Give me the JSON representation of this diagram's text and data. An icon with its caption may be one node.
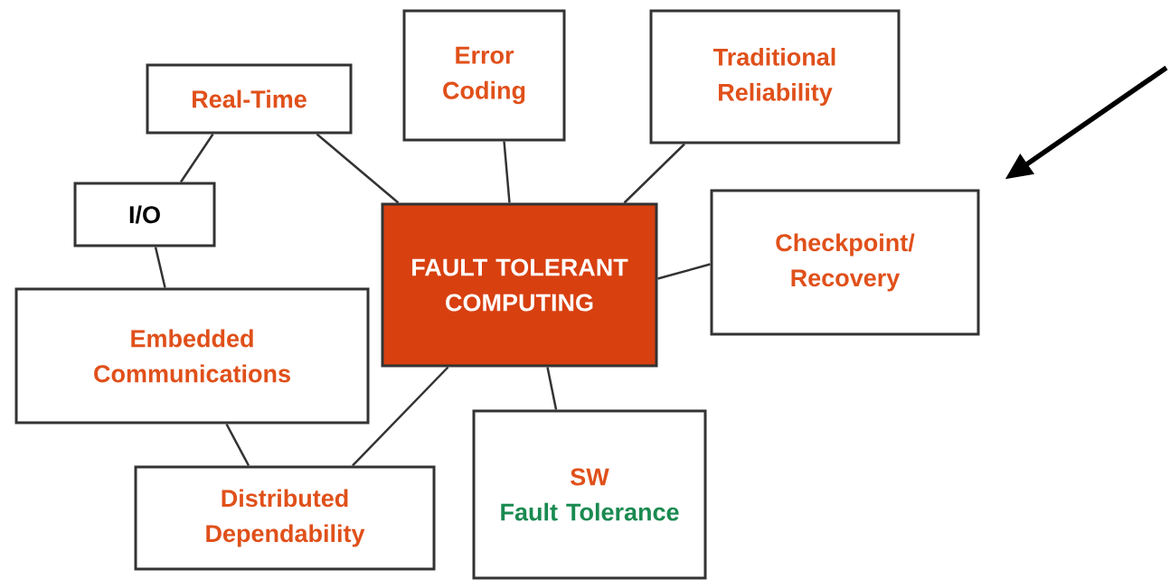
{
  "diagram": {
    "nodes": [
      {
        "text": [
          "Real-Time"
        ]
      },
      {
        "text": [
          "Error Coding"
        ]
      },
      {
        "text": [
          "Traditional Reliability"
        ]
      },
      {
        "text": [
          "I/O"
        ]
      },
      {
        "text": [
          "FAULT TOLERANT COMPUTING"
        ]
      },
      {
        "text": [
          "Checkpoint/ Recovery"
        ]
      },
      {
        "text": [
          "Embedded Communications"
        ]
      },
      {
        "text": [
          "SW",
          "Fault Tolerance"
        ]
      },
      {
        "text": [
          "Distributed Dependability"
        ]
      }
    ],
    "edges": [
      {
        "from": 0,
        "to": 3,
        "arrow": "none"
      },
      {
        "from": 0,
        "to": 4,
        "arrow": "none"
      },
      {
        "from": 1,
        "to": 4,
        "arrow": "none"
      },
      {
        "from": 2,
        "to": 4,
        "arrow": "none"
      },
      {
        "from": 3,
        "to": 6,
        "arrow": "none"
      },
      {
        "from": 4,
        "to": 5,
        "arrow": "none"
      },
      {
        "from": 6,
        "to": 8,
        "arrow": "none"
      },
      {
        "from": 4,
        "to": 8,
        "arrow": "none"
      },
      {
        "from": 4,
        "to": 7,
        "arrow": "none"
      },
      {
        "from": null,
        "to": 5,
        "arrow": "to",
        "style": "thick"
      }
    ]
  }
}
